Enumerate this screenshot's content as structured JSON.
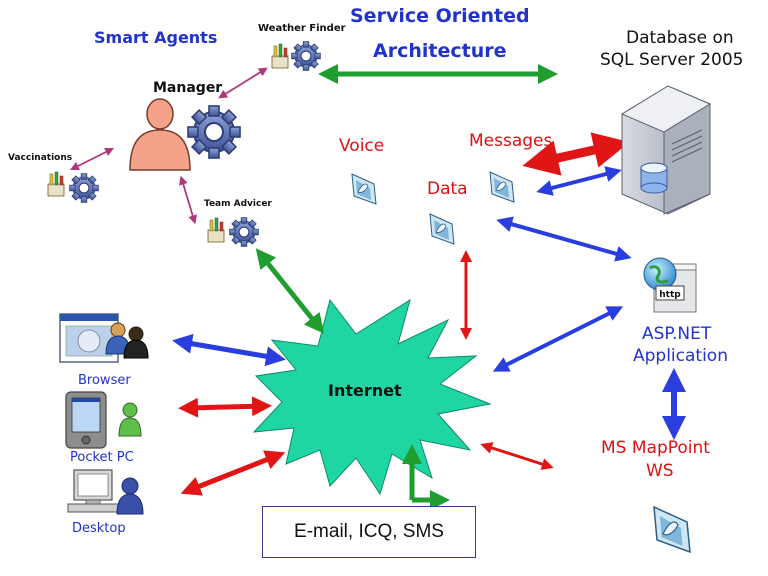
{
  "title_line1": "Service Oriented",
  "title_line2": "Architecture",
  "smart_agents": "Smart Agents",
  "weather_finder": "Weather Finder",
  "manager": "Manager",
  "vaccinations": "Vaccinations",
  "team_advicer": "Team Advicer",
  "voice": "Voice",
  "messages": "Messages",
  "data": "Data",
  "database_line1": "Database on",
  "database_line2": "SQL Server 2005",
  "asp_line1": "ASP.NET",
  "asp_line2": "Application",
  "mappoint_line1": "MS MapPoint",
  "mappoint_line2": "WS",
  "internet": "Internet",
  "browser": "Browser",
  "pocket_pc": "Pocket PC",
  "desktop": "Desktop",
  "email_box": "E-mail, ICQ, SMS",
  "http_badge": "http",
  "colors": {
    "blue_text": "#2233cc",
    "red_text": "#dd1111",
    "green_arrow": "#1f9e2f",
    "blue_arrow": "#2a3ee0",
    "red_arrow": "#e01515",
    "purple_arrow": "#b0387a",
    "burst_fill": "#1fd6a3"
  }
}
